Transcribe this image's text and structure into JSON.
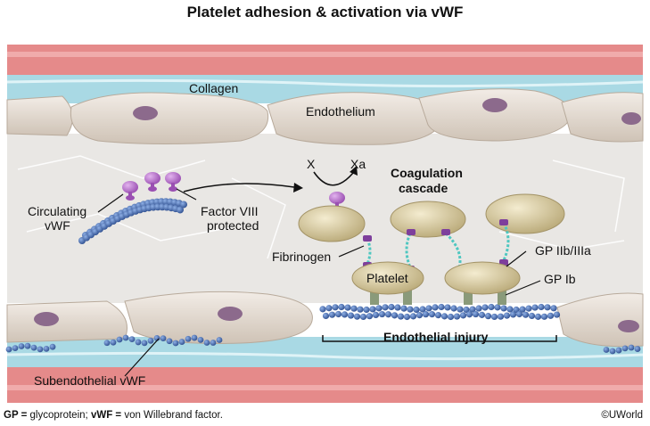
{
  "title": "Platelet adhesion & activation via vWF",
  "labels": {
    "collagen": "Collagen",
    "endothelium": "Endothelium",
    "circulating_vwf_line1": "Circulating",
    "circulating_vwf_line2": "vWF",
    "factor_viii_line1": "Factor VIII",
    "factor_viii_line2": "protected",
    "x": "X",
    "xa": "Xa",
    "coagulation_line1": "Coagulation",
    "coagulation_line2": "cascade",
    "fibrinogen": "Fibrinogen",
    "platelet": "Platelet",
    "gp_iib_iiia": "GP IIb/IIIa",
    "gp_ib": "GP Ib",
    "endothelial_injury": "Endothelial injury",
    "subendothelial_vwf": "Subendothelial vWF"
  },
  "footer": {
    "gp_abbr": "GP =",
    "gp_def": " glycoprotein; ",
    "vwf_abbr": "vWF =",
    "vwf_def": " von Willebrand factor."
  },
  "copyright": "©UWorld",
  "colors": {
    "vessel_outer": "#e58a8a",
    "vessel_blue": "#a9d9e4",
    "cell_fill": "#e6ddd3",
    "nucleus": "#8c6a8c",
    "vwf_bead": "#4a73b8",
    "platelet": "#d9cca0",
    "gp_receptor": "#7e3f9c",
    "fibrinogen": "#4fc7c0"
  }
}
